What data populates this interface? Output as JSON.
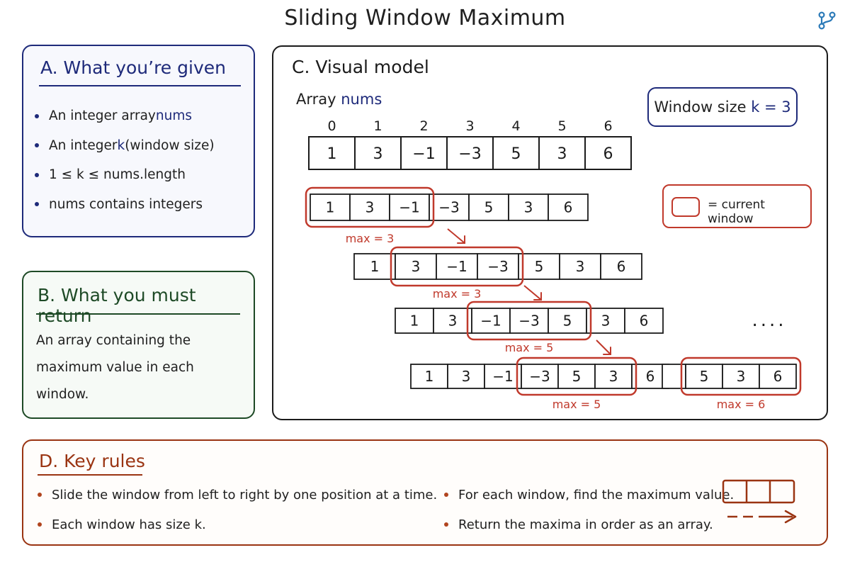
{
  "title": "Sliding Window Maximum",
  "colors": {
    "blue": "#1e2a7a",
    "green": "#1e4a26",
    "red": "#c0392b",
    "brown": "#9a3412",
    "dark": "#1b1b1b"
  },
  "corner_icon": "branch-icon",
  "panel_a": {
    "title": "A. What you’re given",
    "items": [
      {
        "pre": "An integer array ",
        "kw": "nums",
        "post": ""
      },
      {
        "pre": "An integer ",
        "kw": "k",
        "post": " (window size)"
      },
      {
        "pre": "1 ≤ k ≤ nums.length",
        "kw": "",
        "post": ""
      },
      {
        "pre": "nums contains integers",
        "kw": "",
        "post": ""
      }
    ]
  },
  "panel_b": {
    "title": "B. What you must return",
    "text": "An array containing the maximum value in each window."
  },
  "panel_c": {
    "title": "C. Visual model",
    "array_label": "Array ",
    "array_name": "nums",
    "window_size_label": "Window size ",
    "window_size_value": "k = 3",
    "legend_text": "= current window",
    "ellipsis": "....",
    "nums": [
      "1",
      "3",
      "−1",
      "−3",
      "5",
      "3",
      "6"
    ],
    "indices": [
      "0",
      "1",
      "2",
      "3",
      "4",
      "5",
      "6"
    ],
    "windows": [
      {
        "start": 0,
        "max_label": "max = 3"
      },
      {
        "start": 1,
        "max_label": "max = 3"
      },
      {
        "start": 2,
        "max_label": "max = 5"
      },
      {
        "start": 3,
        "max_label": "max = 5"
      },
      {
        "start": 4,
        "max_label": "max = 6"
      }
    ]
  },
  "panel_d": {
    "title": "D. Key rules",
    "left_items": [
      "Slide the window from left to right by one position at a time.",
      "Each window has size k."
    ],
    "right_items": [
      "For each window, find the maximum value.",
      "Return the maxima in order as an array."
    ]
  }
}
